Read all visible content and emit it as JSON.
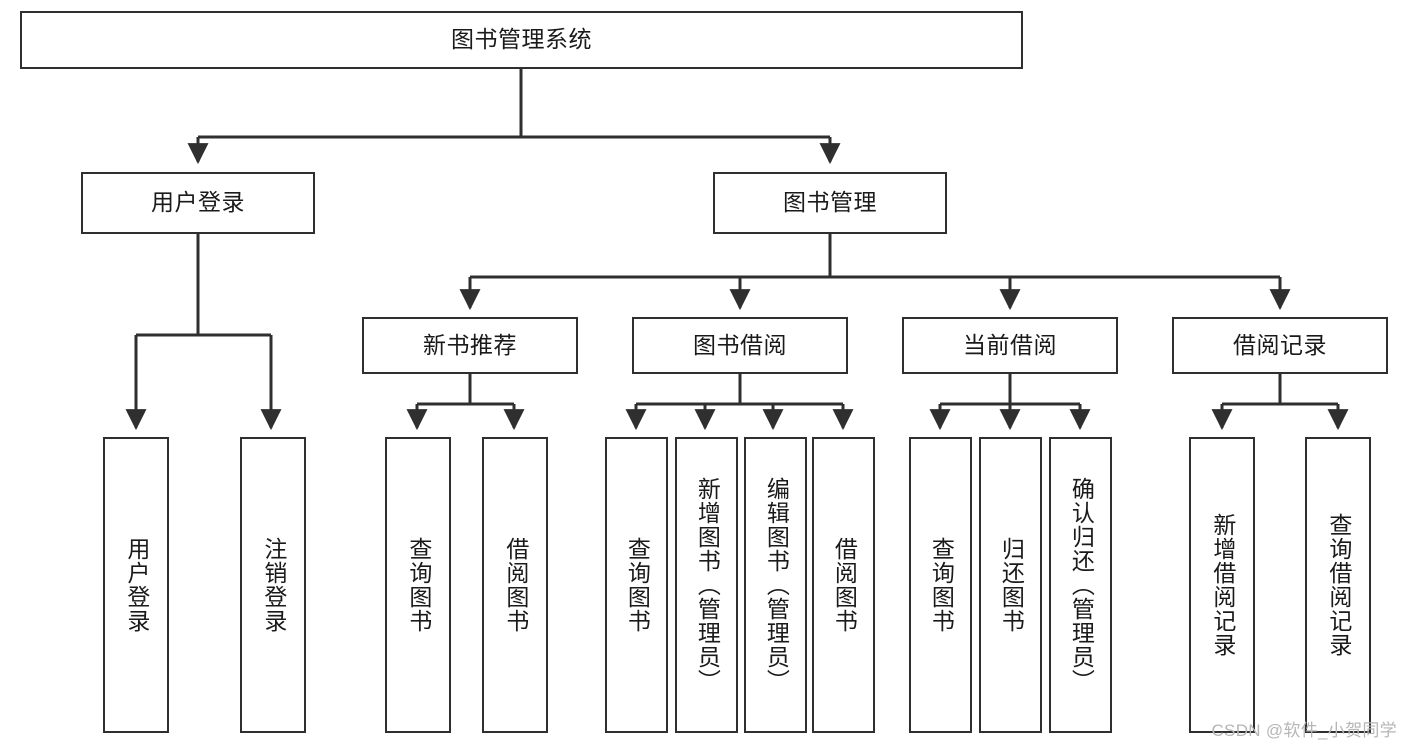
{
  "diagram": {
    "title": "图书管理系统",
    "type": "tree-hierarchy-diagram",
    "colors": {
      "box_border": "#2f2f2f",
      "box_fill": "#ffffff",
      "connector": "#2f2f2f",
      "text": "#1a1a1a",
      "watermark": "#b6b6b6",
      "background": "#ffffff"
    },
    "root": {
      "label": "图书管理系统"
    },
    "level2": [
      {
        "label": "用户登录"
      },
      {
        "label": "图书管理"
      }
    ],
    "level3": [
      {
        "label": "新书推荐"
      },
      {
        "label": "图书借阅"
      },
      {
        "label": "当前借阅"
      },
      {
        "label": "借阅记录"
      }
    ],
    "leaves_user_login": [
      {
        "label": "用户登录"
      },
      {
        "label": "注销登录"
      }
    ],
    "leaves_new_book": [
      {
        "label": "查询图书"
      },
      {
        "label": "借阅图书"
      }
    ],
    "leaves_borrow": [
      {
        "label": "查询图书"
      },
      {
        "label": "新增图书（管理员）"
      },
      {
        "label": "编辑图书（管理员）"
      },
      {
        "label": "借阅图书"
      }
    ],
    "leaves_current": [
      {
        "label": "查询图书"
      },
      {
        "label": "归还图书"
      },
      {
        "label": "确认归还（管理员）"
      }
    ],
    "leaves_record": [
      {
        "label": "新增借阅记录"
      },
      {
        "label": "查询借阅记录"
      }
    ],
    "watermark": "CSDN @软件_小贺同学"
  }
}
